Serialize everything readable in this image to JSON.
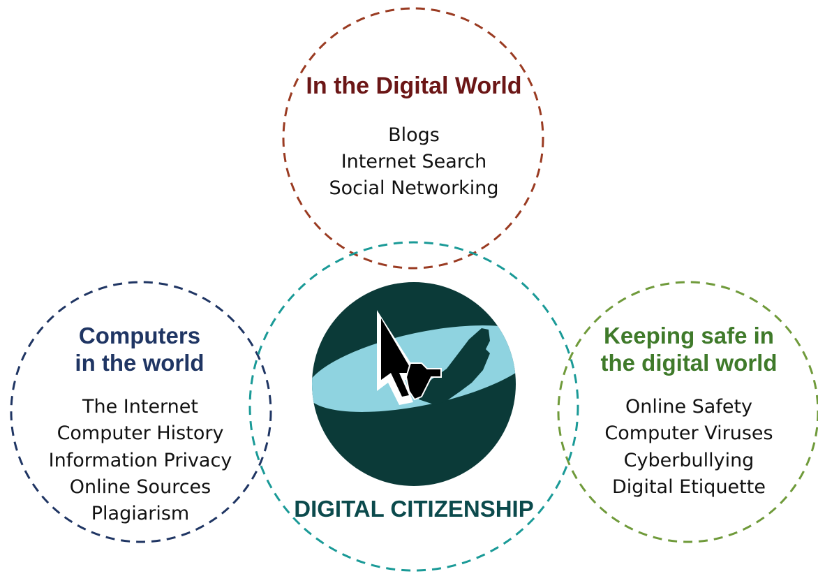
{
  "center": {
    "label": "DIGITAL CITIZENSHIP",
    "label_color": "#0b4a4c",
    "logo": {
      "icon": "cursor-hand-icon",
      "bg_color": "#0b3a38",
      "ellipse_color": "#8fd3e0"
    },
    "ring_color": "#1a9a97"
  },
  "top": {
    "title": "In the Digital World",
    "color": "#6b1616",
    "ring_color": "#9a3b22",
    "items": [
      "Blogs",
      "Internet Search",
      "Social Networking"
    ]
  },
  "left": {
    "title_lines": [
      "Computers",
      "in the world"
    ],
    "color": "#1f3563",
    "ring_color": "#1f3563",
    "items": [
      "The Internet",
      "Computer History",
      "Information Privacy",
      "Online Sources",
      "Plagiarism"
    ]
  },
  "right": {
    "title_lines": [
      "Keeping safe in",
      "the digital world"
    ],
    "color": "#3f7a2a",
    "ring_color": "#6f9a3a",
    "items": [
      "Online Safety",
      "Computer Viruses",
      "Cyberbullying",
      "Digital Etiquette"
    ]
  }
}
